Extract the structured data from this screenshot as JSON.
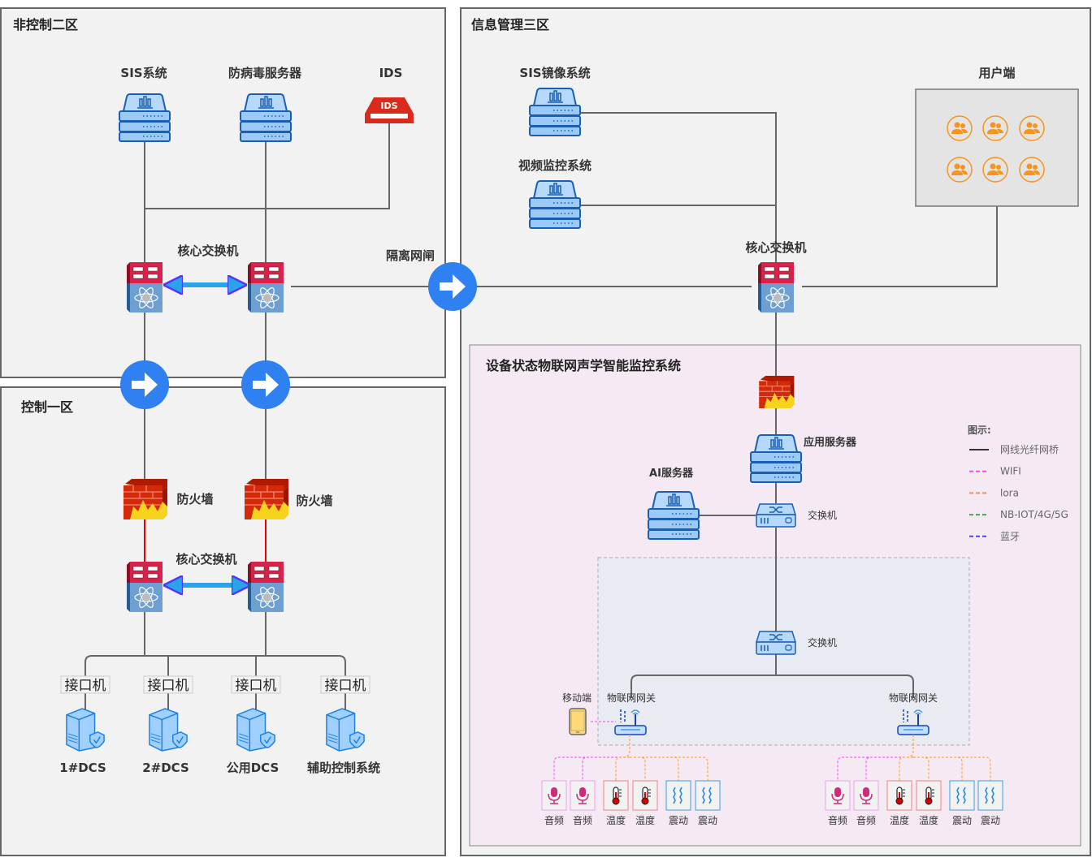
{
  "zones": {
    "zone2": "非控制二区",
    "zone1": "控制一区",
    "zone3": "信息管理三区",
    "iot": "设备状态物联网声学智能监控系统"
  },
  "zone2": {
    "sis": "SIS系统",
    "antivirus": "防病毒服务器",
    "ids": "IDS",
    "ids_logo": "IDS",
    "core_switch": "核心交换机",
    "gate": "隔离网闸"
  },
  "zone1": {
    "firewall": "防火墙",
    "core_switch": "核心交换机",
    "interface": "接口机",
    "dcs": [
      "1#DCS",
      "2#DCS",
      "公用DCS",
      "辅助控制系统"
    ]
  },
  "zone3": {
    "sis_mirror": "SIS镜像系统",
    "video": "视频监控系统",
    "core_switch": "核心交换机",
    "users": "用户端"
  },
  "iot": {
    "app_server": "应用服务器",
    "ai_server": "AI服务器",
    "switch": "交换机",
    "switch2": "交换机",
    "mobile": "移动端",
    "gateway": "物联网网关",
    "sensors": [
      "音频",
      "音频",
      "温度",
      "温度",
      "震动",
      "震动"
    ]
  },
  "legend": {
    "title": "图示:",
    "items": [
      {
        "label": "网线光纤网桥",
        "color": "#333333",
        "style": "solid"
      },
      {
        "label": "WIFI",
        "color": "#ff44ee",
        "style": "dashed"
      },
      {
        "label": "lora",
        "color": "#ff8844",
        "style": "dashed"
      },
      {
        "label": "NB-IOT/4G/5G",
        "color": "#44aa44",
        "style": "dashed"
      },
      {
        "label": "蓝牙",
        "color": "#4444ff",
        "style": "dashed"
      }
    ]
  },
  "colors": {
    "gate_blue": "#2f80f0",
    "user_orange": "#f7941d",
    "firewall_red": "#cc2200",
    "iot_bg": "#f5eaf3"
  }
}
